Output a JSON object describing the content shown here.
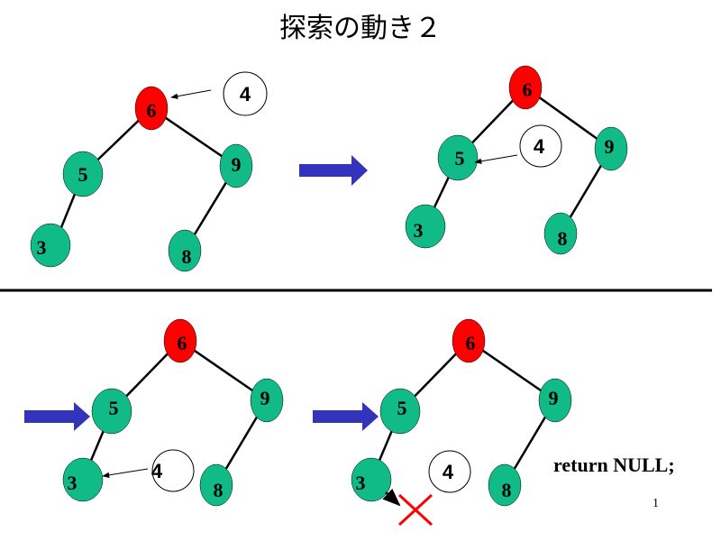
{
  "title": "探索の動き２",
  "return_text": "return NULL;",
  "page_number": "1",
  "colors": {
    "root_fill": "#ff0000",
    "node_fill": "#11bb88",
    "arrow_fill": "#3333bb",
    "cross": "#ff0000"
  },
  "panels": [
    {
      "id": "step1",
      "nodes": [
        {
          "id": "root",
          "label": "6"
        },
        {
          "id": "left",
          "label": "5"
        },
        {
          "id": "right",
          "label": "9"
        },
        {
          "id": "leftleft",
          "label": "3"
        },
        {
          "id": "rightleft",
          "label": "8"
        }
      ],
      "probe": "4"
    },
    {
      "id": "step2",
      "nodes": [
        {
          "id": "root",
          "label": "6"
        },
        {
          "id": "left",
          "label": "5"
        },
        {
          "id": "right",
          "label": "9"
        },
        {
          "id": "leftleft",
          "label": "3"
        },
        {
          "id": "rightleft",
          "label": "8"
        }
      ],
      "probe": "4"
    },
    {
      "id": "step3",
      "nodes": [
        {
          "id": "root",
          "label": "6"
        },
        {
          "id": "left",
          "label": "5"
        },
        {
          "id": "right",
          "label": "9"
        },
        {
          "id": "leftleft",
          "label": "3"
        },
        {
          "id": "rightleft",
          "label": "8"
        }
      ],
      "probe": "4"
    },
    {
      "id": "step4",
      "nodes": [
        {
          "id": "root",
          "label": "6"
        },
        {
          "id": "left",
          "label": "5"
        },
        {
          "id": "right",
          "label": "9"
        },
        {
          "id": "leftleft",
          "label": "3"
        },
        {
          "id": "rightleft",
          "label": "8"
        }
      ],
      "probe": "4"
    }
  ]
}
